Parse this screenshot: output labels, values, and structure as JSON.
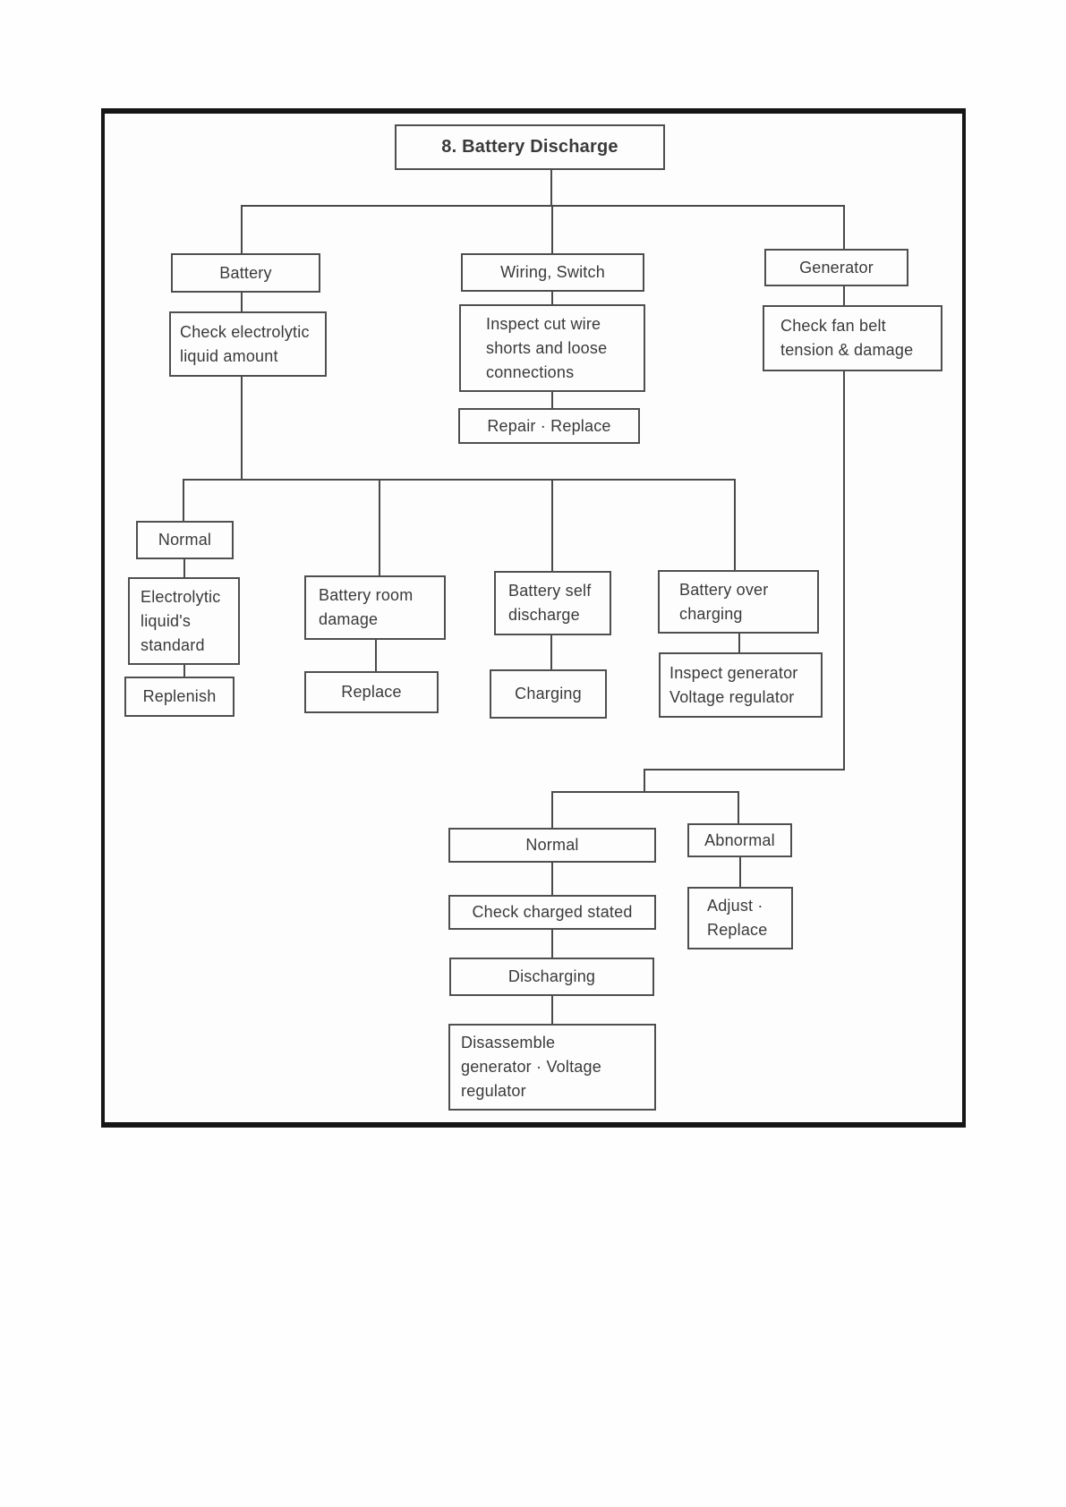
{
  "diagram": {
    "colors": {
      "line": "#4a4a4a",
      "box_border": "#4f4f4f",
      "text": "#3a3a3a",
      "outer_border": "#161616"
    },
    "nodes": {
      "title": {
        "label": "8. Battery Discharge"
      },
      "battery": {
        "label": "Battery"
      },
      "wiring_switch": {
        "label": "Wiring, Switch"
      },
      "generator": {
        "label": "Generator"
      },
      "check_electrolytic": {
        "lines": [
          "Check electrolytic",
          "liquid amount"
        ]
      },
      "inspect_cut_wire": {
        "lines": [
          "Inspect cut wire",
          "shorts and loose",
          "connections"
        ]
      },
      "check_fan_belt": {
        "lines": [
          "Check fan belt",
          "tension & damage"
        ]
      },
      "repair_replace": {
        "label": "Repair · Replace"
      },
      "normal_battery": {
        "label": "Normal"
      },
      "electrolytic_standard": {
        "lines": [
          "Electrolytic",
          "liquid's",
          "standard"
        ]
      },
      "replenish": {
        "label": "Replenish"
      },
      "battery_room_damage": {
        "lines": [
          "Battery room",
          "damage"
        ]
      },
      "replace": {
        "label": "Replace"
      },
      "battery_self_discharge": {
        "lines": [
          "Battery self",
          "discharge"
        ]
      },
      "charging": {
        "label": "Charging"
      },
      "battery_over_charging": {
        "lines": [
          "Battery over",
          "charging"
        ]
      },
      "inspect_generator": {
        "lines": [
          "Inspect generator",
          "Voltage regulator"
        ]
      },
      "normal_generator": {
        "label": "Normal"
      },
      "abnormal": {
        "label": "Abnormal"
      },
      "check_charged_stated": {
        "label": "Check charged stated"
      },
      "adjust_replace": {
        "lines": [
          "Adjust ·",
          "Replace"
        ]
      },
      "discharging": {
        "label": "Discharging"
      },
      "disassemble": {
        "lines": [
          "Disassemble",
          "generator · Voltage",
          "regulator"
        ]
      }
    }
  }
}
